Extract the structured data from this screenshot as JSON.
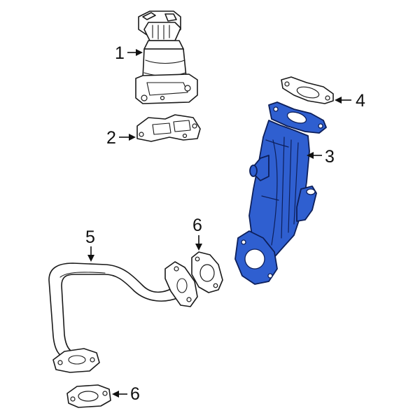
{
  "colors": {
    "highlight": "#2f5fd0",
    "highlight_outline": "#0d1f5a",
    "line": "#1a1a1a",
    "background": "#ffffff"
  },
  "callouts": {
    "egr_valve": "1",
    "valve_gasket": "2",
    "cooler": "3",
    "cooler_gasket": "4",
    "tube": "5",
    "tube_gasket_upper": "6",
    "tube_gasket_lower": "6"
  }
}
